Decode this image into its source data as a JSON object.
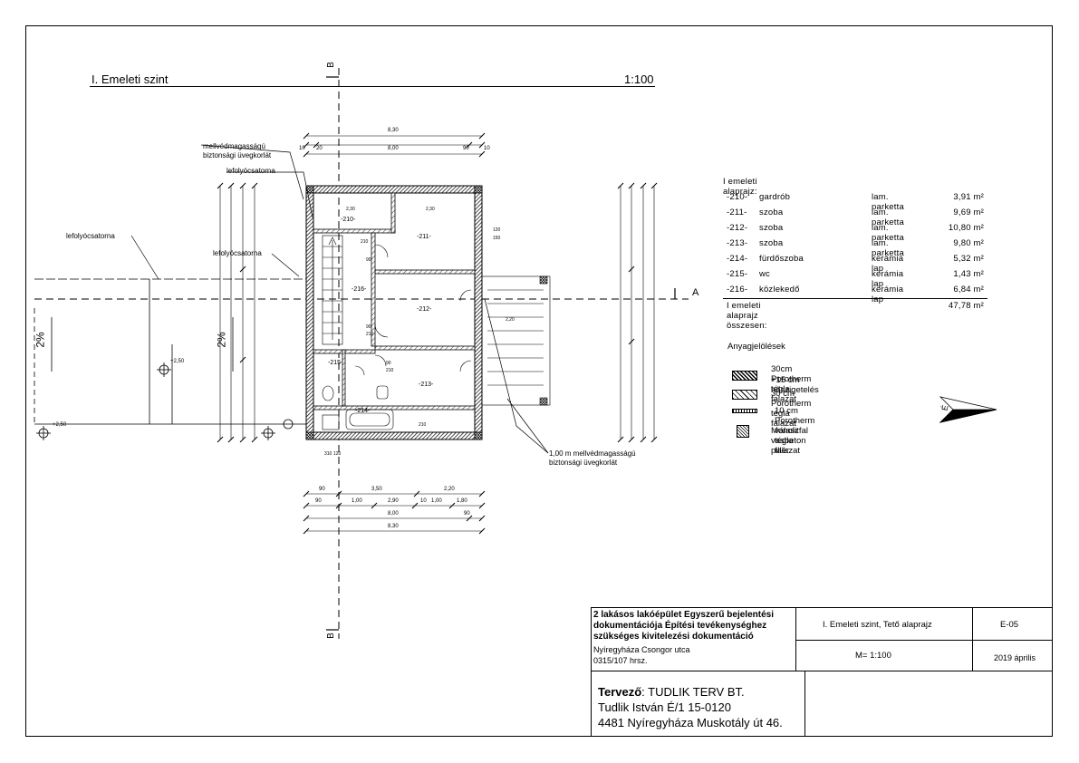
{
  "header": {
    "title": "I. Emeleti szint",
    "scale": "1:100"
  },
  "section_marks": {
    "vertical": "B",
    "horizontal": "A"
  },
  "slope_labels": [
    "2%",
    "2%"
  ],
  "plan_labels": {
    "rooms": [
      "-210-",
      "-211-",
      "-212-",
      "-213-",
      "-214-",
      "-215-",
      "-216-"
    ],
    "annotations": {
      "railing_top": [
        "mellvédmagasságú",
        "biztonsági üvegkorlát"
      ],
      "gutter_1": "lefolyócsatorna",
      "gutter_2": "lefolyócsatorna",
      "gutter_3": "lefolyócsatorna",
      "railing_bottom": [
        "1,00 m mellvédmagasságú",
        "biztonsági üvegkorlát"
      ]
    },
    "dims_top": [
      "8,30",
      "8,00",
      "20",
      "90",
      "10",
      "10"
    ],
    "dims_bottom_rows": [
      [
        "90",
        "3,50",
        "2,20"
      ],
      [
        "90",
        "1,00",
        "2,90",
        "10",
        "1,00",
        "1,80"
      ],
      [
        "8,00",
        "90"
      ],
      [
        "8,30"
      ]
    ],
    "levels": [
      "+2,50",
      "+2,50"
    ],
    "openings": [
      "2,30",
      "210",
      "90",
      "2,30",
      "120",
      "150",
      "2,20",
      "90",
      "210",
      "90",
      "210",
      "120",
      "210",
      "310"
    ]
  },
  "room_table": {
    "title": "I emeleti alaprajz:",
    "rows": [
      {
        "no": "-210-",
        "name": "gardrób",
        "floor": "lam. parketta",
        "area": "3,91 m²"
      },
      {
        "no": "-211-",
        "name": "szoba",
        "floor": "lam. parketta",
        "area": "9,69 m²"
      },
      {
        "no": "-212-",
        "name": "szoba",
        "floor": "lam. parketta",
        "area": "10,80 m²"
      },
      {
        "no": "-213-",
        "name": "szoba",
        "floor": "lam. parketta",
        "area": "9,80 m²"
      },
      {
        "no": "-214-",
        "name": "fürdőszoba",
        "floor": "kerámia lap",
        "area": "5,32 m²"
      },
      {
        "no": "-215-",
        "name": "wc",
        "floor": "kerámia lap",
        "area": "1,43 m²"
      },
      {
        "no": "-216-",
        "name": "közlekedő",
        "floor": "kerámia lap",
        "area": "6,84 m²"
      }
    ],
    "total_label": "I emeleti alaprajz összesen:",
    "total_area": "47,78 m²"
  },
  "legend": {
    "title": "Anyagjelölések",
    "items": [
      {
        "label": "30cm Porotherm tégla falazat",
        "label2": "+15 cm hőszigetelés",
        "pattern": "hatch-dense"
      },
      {
        "label": "30 cm Porotherm tégla falazat",
        "pattern": "hatch"
      },
      {
        "label": "10 cm Porotherm válaszfal tégla falazat",
        "pattern": "thin"
      },
      {
        "label": "Monolit vasbeton pillér",
        "pattern": "cross"
      }
    ],
    "north_label": "É"
  },
  "title_block": {
    "project": [
      "2 lakásos lakóépület Egyszerű bejelentési",
      "dokumentációja Építési tevékenységhez",
      "szükséges kivitelezési dokumentáció"
    ],
    "location": [
      "Nyíregyháza Csongor utca",
      "0315/107 hrsz."
    ],
    "sheet_title": "I. Emeleti szint, Tető alaprajz",
    "sheet_no": "E-05",
    "scale": "M= 1:100",
    "date": "2019 április",
    "designer_label": "Tervező",
    "designer_company": ": TUDLIK TERV BT.",
    "designer_name": "Tudlik István É/1 15-0120",
    "designer_address": "4481 Nyíregyháza Muskotály út 46."
  }
}
